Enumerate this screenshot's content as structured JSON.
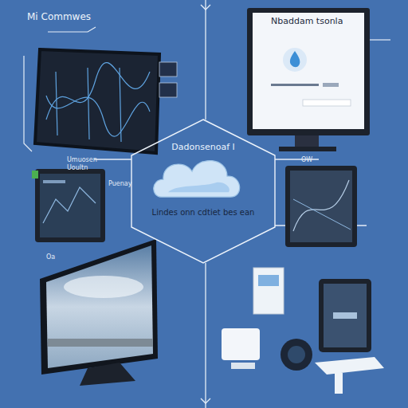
{
  "diagram": {
    "nodes": [
      {
        "text": [
          "Dadonsenoaf l",
          "Lindes onn cdtiet bes ean"
        ]
      }
    ],
    "labels": [
      "Mi Commwes",
      "Nbaddam tsonla",
      "Umuosen",
      "Uoultn",
      "Puenay",
      "Oa",
      "OW"
    ]
  }
}
